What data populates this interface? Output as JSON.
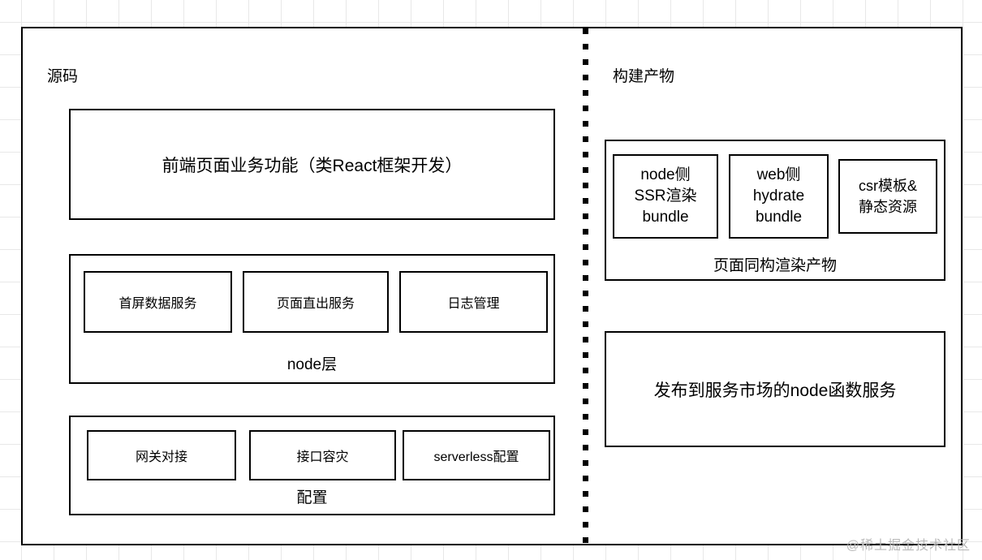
{
  "diagram": {
    "left_section": {
      "title": "源码",
      "frontend_box": {
        "label": "前端页面业务功能（类React框架开发）"
      },
      "node_layer": {
        "caption": "node层",
        "items": [
          {
            "label": "首屏数据服务"
          },
          {
            "label": "页面直出服务"
          },
          {
            "label": "日志管理"
          }
        ]
      },
      "config_layer": {
        "caption": "配置",
        "items": [
          {
            "label": "网关对接"
          },
          {
            "label": "接口容灾"
          },
          {
            "label": "serverless配置"
          }
        ]
      }
    },
    "right_section": {
      "title": "构建产物",
      "render_output": {
        "caption": "页面同构渲染产物",
        "items": [
          {
            "label": "node侧\nSSR渲染\nbundle"
          },
          {
            "label": "web侧\nhydrate\nbundle"
          },
          {
            "label": "csr模板&\n静态资源"
          }
        ]
      },
      "function_service": {
        "label": "发布到服务市场的node函数服务"
      }
    },
    "divider": {
      "style": "vertical-dashed"
    },
    "watermark": "@稀土掘金技术社区",
    "colors": {
      "stroke": "#000000",
      "background": "#ffffff",
      "grid": "#e8e8e8",
      "watermark": "#b9b9b9"
    }
  }
}
